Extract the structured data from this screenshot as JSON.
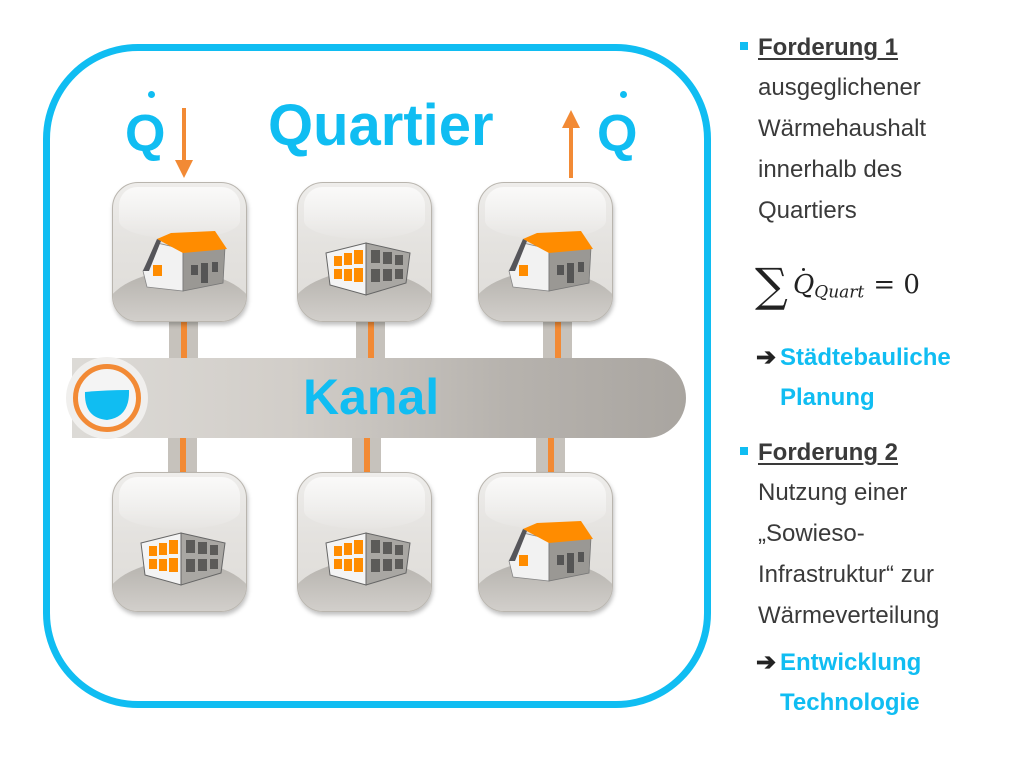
{
  "diagram": {
    "title": "Quartier",
    "channel_label": "Kanal",
    "heat_in_label": "Q",
    "heat_out_label": "Q",
    "colors": {
      "accent": "#10bdf2",
      "heat_flow": "#f28a35",
      "pipe": "#c6c2bc",
      "tile": "#e4e2df"
    },
    "buildings": [
      {
        "row": "top",
        "column": 1,
        "type": "house",
        "heat_flow": "in"
      },
      {
        "row": "top",
        "column": 2,
        "type": "office-building",
        "heat_flow": "none"
      },
      {
        "row": "top",
        "column": 3,
        "type": "house",
        "heat_flow": "out"
      },
      {
        "row": "bottom",
        "column": 1,
        "type": "office-building",
        "heat_flow": "none"
      },
      {
        "row": "bottom",
        "column": 2,
        "type": "office-building",
        "heat_flow": "none"
      },
      {
        "row": "bottom",
        "column": 3,
        "type": "house",
        "heat_flow": "none"
      }
    ],
    "icons": {
      "channel": "sewer-cross-section-icon",
      "house": "house-icon",
      "office": "office-building-icon",
      "arrow_in": "arrow-down-icon",
      "arrow_out": "arrow-up-icon"
    }
  },
  "notes": {
    "requirement1": {
      "heading": "Forderung 1",
      "lines": [
        "ausgeglichener",
        "Wärmehaushalt",
        "innerhalb des",
        "Quartiers"
      ],
      "formula": {
        "operator": "∑",
        "symbol": "Q",
        "subscript": "Quart",
        "relation": "= 0"
      },
      "consequence_arrow": "➔",
      "consequence": [
        "Städtebauliche",
        "Planung"
      ]
    },
    "requirement2": {
      "heading": "Forderung 2",
      "lines": [
        "Nutzung einer",
        "„Sowieso-",
        "Infrastruktur“ zur",
        "Wärmeverteilung"
      ],
      "consequence_arrow": "➔",
      "consequence": [
        "Entwicklung",
        "Technologie"
      ]
    }
  }
}
